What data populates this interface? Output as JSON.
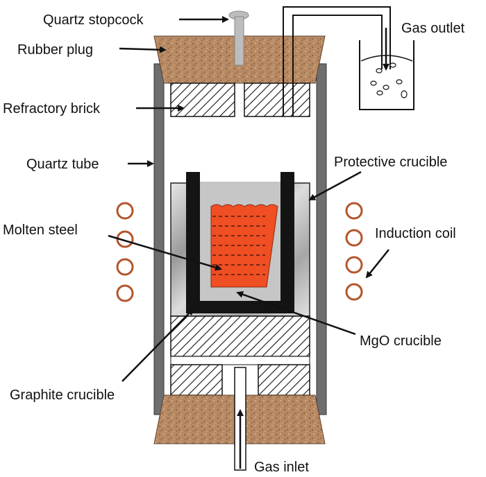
{
  "labels": {
    "quartz_stopcock": "Quartz stopcock",
    "rubber_plug": "Rubber plug",
    "refractory_brick": "Refractory brick",
    "quartz_tube": "Quartz tube",
    "molten_steel": "Molten steel",
    "graphite_crucible": "Graphite crucible",
    "gas_outlet": "Gas outlet",
    "protective_crucible": "Protective crucible",
    "induction_coil": "Induction coil",
    "mgo_crucible": "MgO crucible",
    "gas_inlet": "Gas inlet"
  },
  "colors": {
    "rubber": "#b88a64",
    "quartz_tube": "#6e6e6e",
    "molten_steel": "#f04e23",
    "coil": "#b5542b",
    "graphite": "#141414",
    "mgo": "#c6c6c6",
    "protective": "#d2d2d2"
  },
  "icons": {
    "stopcock": "quartz-stopcock-icon",
    "coil": "coil-ring-icon"
  }
}
